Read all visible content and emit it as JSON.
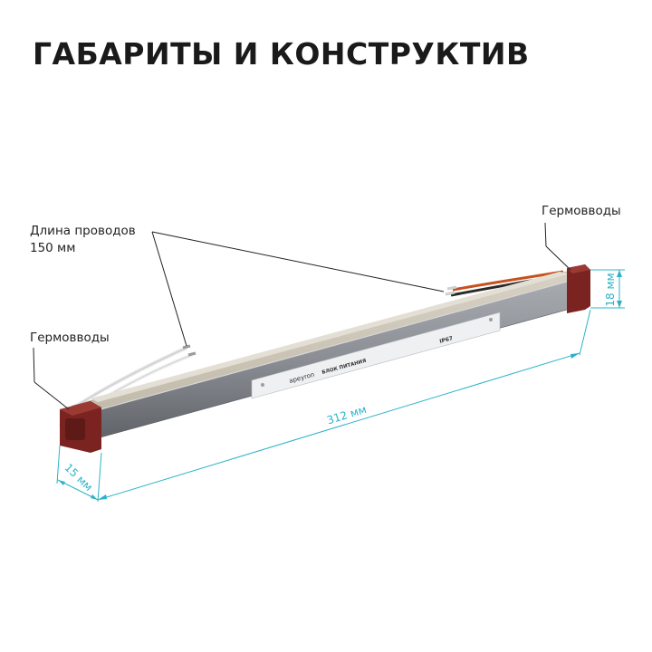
{
  "heading": "ГАБАРИТЫ И КОНСТРУКТИВ",
  "callouts": {
    "glands_right": "Гермовводы",
    "wire_length_line1": "Длина проводов",
    "wire_length_line2": "150 мм",
    "glands_left": "Гермовводы"
  },
  "dimensions": {
    "length": "312 мм",
    "width": "15 мм",
    "height": "18 мм"
  },
  "product_label": {
    "brand": "apeyron",
    "name": "БЛОК ПИТАНИЯ",
    "rating": "IP67"
  },
  "colors": {
    "dimension_lines": "#2bb3c8",
    "body": "#8a8d92",
    "end_caps": "#7a2320",
    "leader_lines": "#222222"
  }
}
